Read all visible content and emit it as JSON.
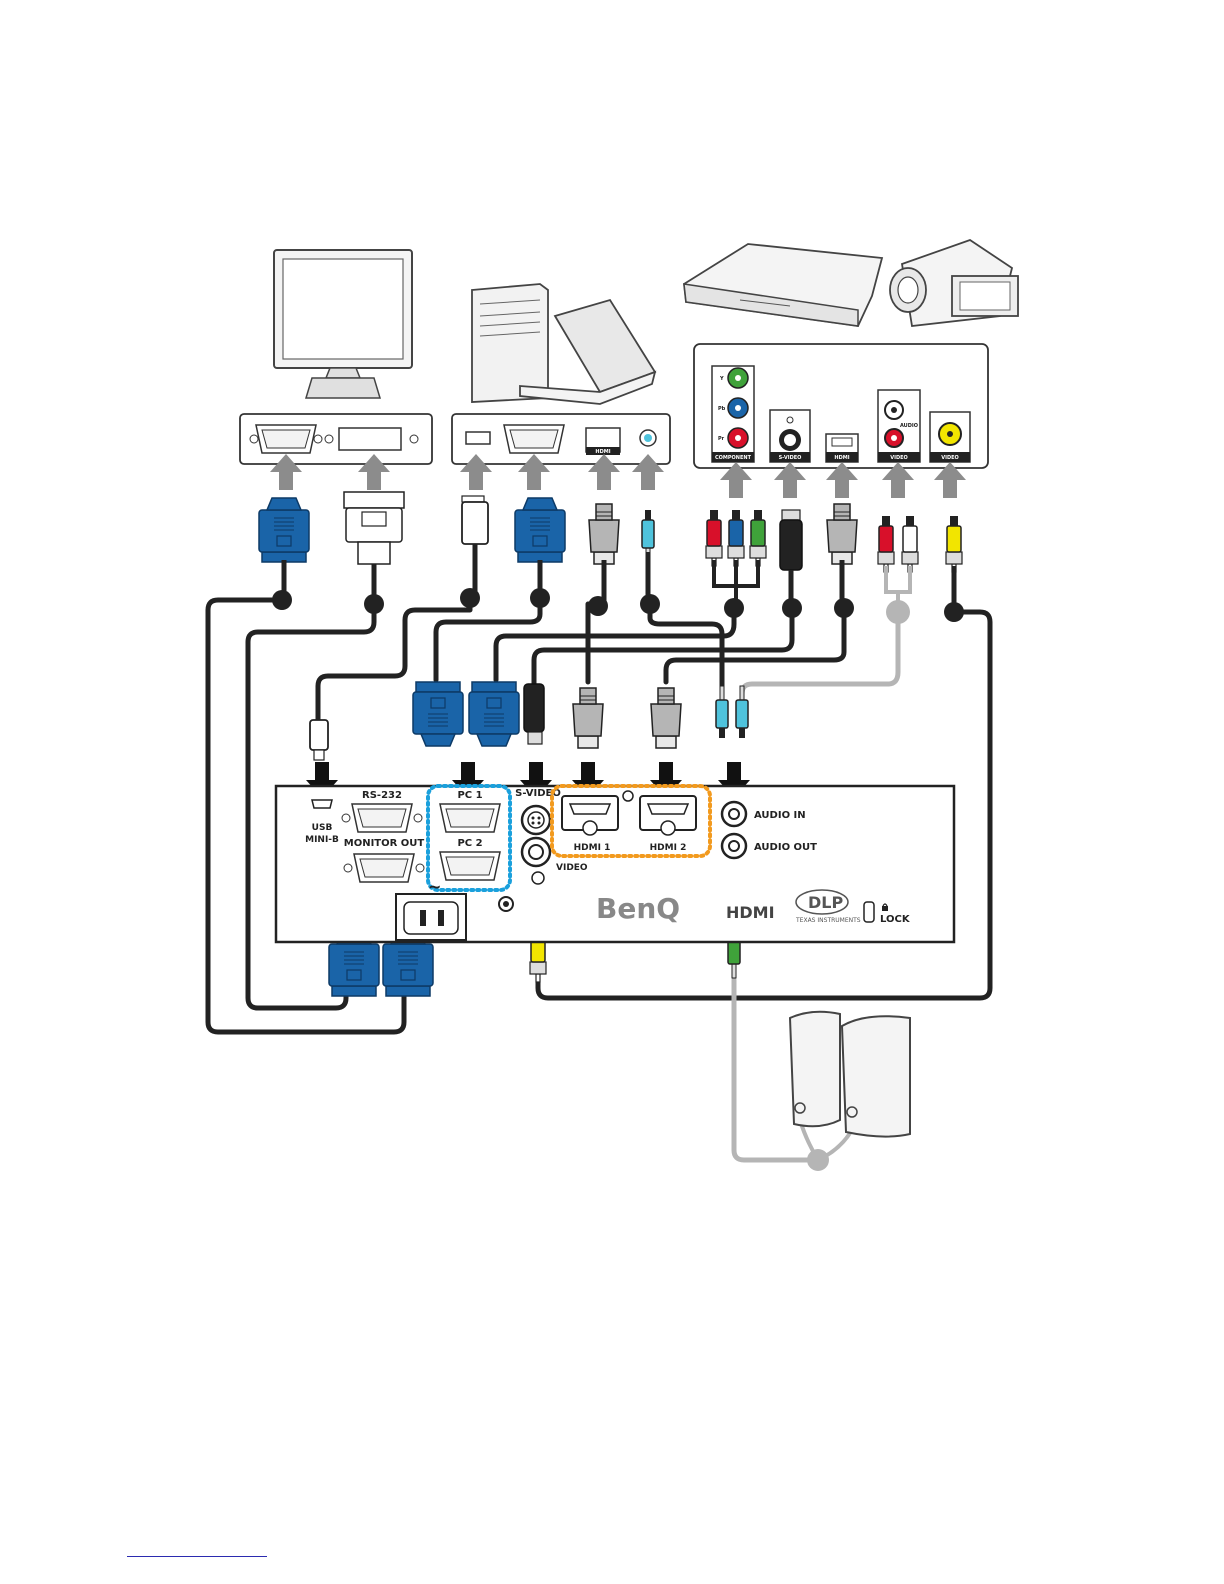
{
  "ports": {
    "rs232": "RS-232",
    "pc1": "PC 1",
    "pc2": "PC 2",
    "svideo": "S-VIDEO",
    "video": "VIDEO",
    "hdmi1": "HDMI 1",
    "hdmi2": "HDMI 2",
    "audio_in": "AUDIO IN",
    "audio_out": "AUDIO OUT",
    "monitor_out": "MONITOR OUT",
    "usb": "USB",
    "usb_sub": "MINI-B",
    "lock": "LOCK"
  },
  "brand": {
    "logo": "BenQ",
    "hdmi_logo": "HDMI",
    "dlp_logo": "DLP",
    "ti": "TEXAS INSTRUMENTS"
  },
  "device_panels": {
    "pc_hdmi": "HDMI",
    "component": "COMPONENT",
    "comp_y": "Y",
    "comp_pb": "Pb",
    "comp_pr": "Pr",
    "svideo": "S-VIDEO",
    "hdmi": "HDMI",
    "video_audio": "VIDEO",
    "audio": "AUDIO",
    "video": "VIDEO"
  },
  "colors": {
    "vga_blue": "#1a64a8",
    "cable_dark": "#222222",
    "cable_gray": "#b5b5b5",
    "arrow_gray": "#8c8c8c",
    "rca_red": "#d8102a",
    "rca_green": "#3fa23a",
    "rca_blue": "#1a64a8",
    "rca_yellow": "#f2e500",
    "audio_cyan": "#4fc3dc",
    "dotted_blue": "#1aa0dc",
    "dotted_orange": "#f29a1e"
  }
}
